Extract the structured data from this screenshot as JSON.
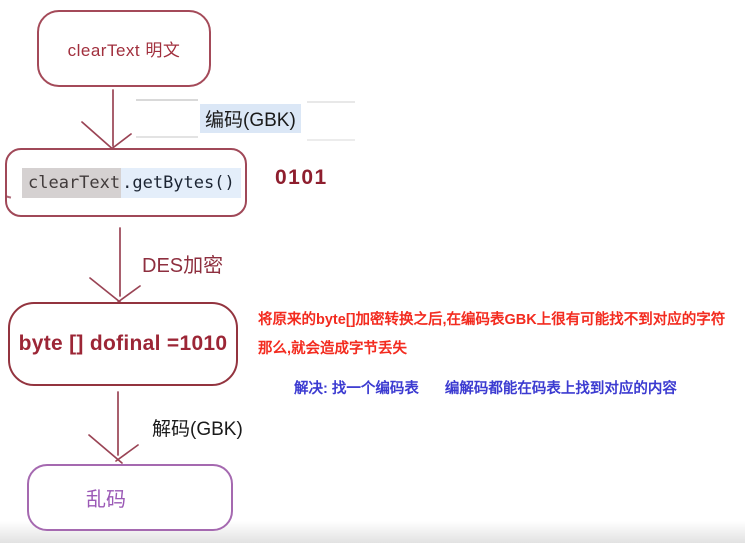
{
  "colors": {
    "flow_stroke_red": "#9a4455",
    "node_border_red": "#a44a59",
    "node_text_red": "#a12f3d",
    "encrypt_label_red": "#8e2f3f",
    "binary_red": "#8e1e2e",
    "dofinal_red": "#9c2636",
    "note_red": "#f32b1f",
    "note_blue": "#3c3bd1",
    "garbled_purple": "#9b59b6",
    "node_border_purple": "#a569b0",
    "edge_label_black": "#1a1a1a",
    "code_object_bg": "#d5d1d1",
    "code_method_bg": "#e4eefa",
    "encode_highlight_bg": "#dbe7f6"
  },
  "diagram": {
    "node_cleartext": {
      "label": "clearText 明文"
    },
    "edge_encode": {
      "label": "编码(GBK)"
    },
    "node_getbytes": {
      "object": "clearText",
      "method": ".getBytes()"
    },
    "binary_value": "0101",
    "edge_encrypt": {
      "label": "DES加密"
    },
    "node_dofinal": {
      "label": "byte [] dofinal =1010"
    },
    "note_problem": {
      "line1": "将原来的byte[]加密转换之后,在编码表GBK上很有可能找不到对应的字符",
      "line2": "那么,就会造成字节丢失"
    },
    "note_solution": {
      "prefix": "解决: 找一个编码表",
      "detail": "编解码都能在码表上找到对应的内容"
    },
    "edge_decode": {
      "label": "解码(GBK)"
    },
    "node_garbled": {
      "label": "乱码"
    }
  }
}
